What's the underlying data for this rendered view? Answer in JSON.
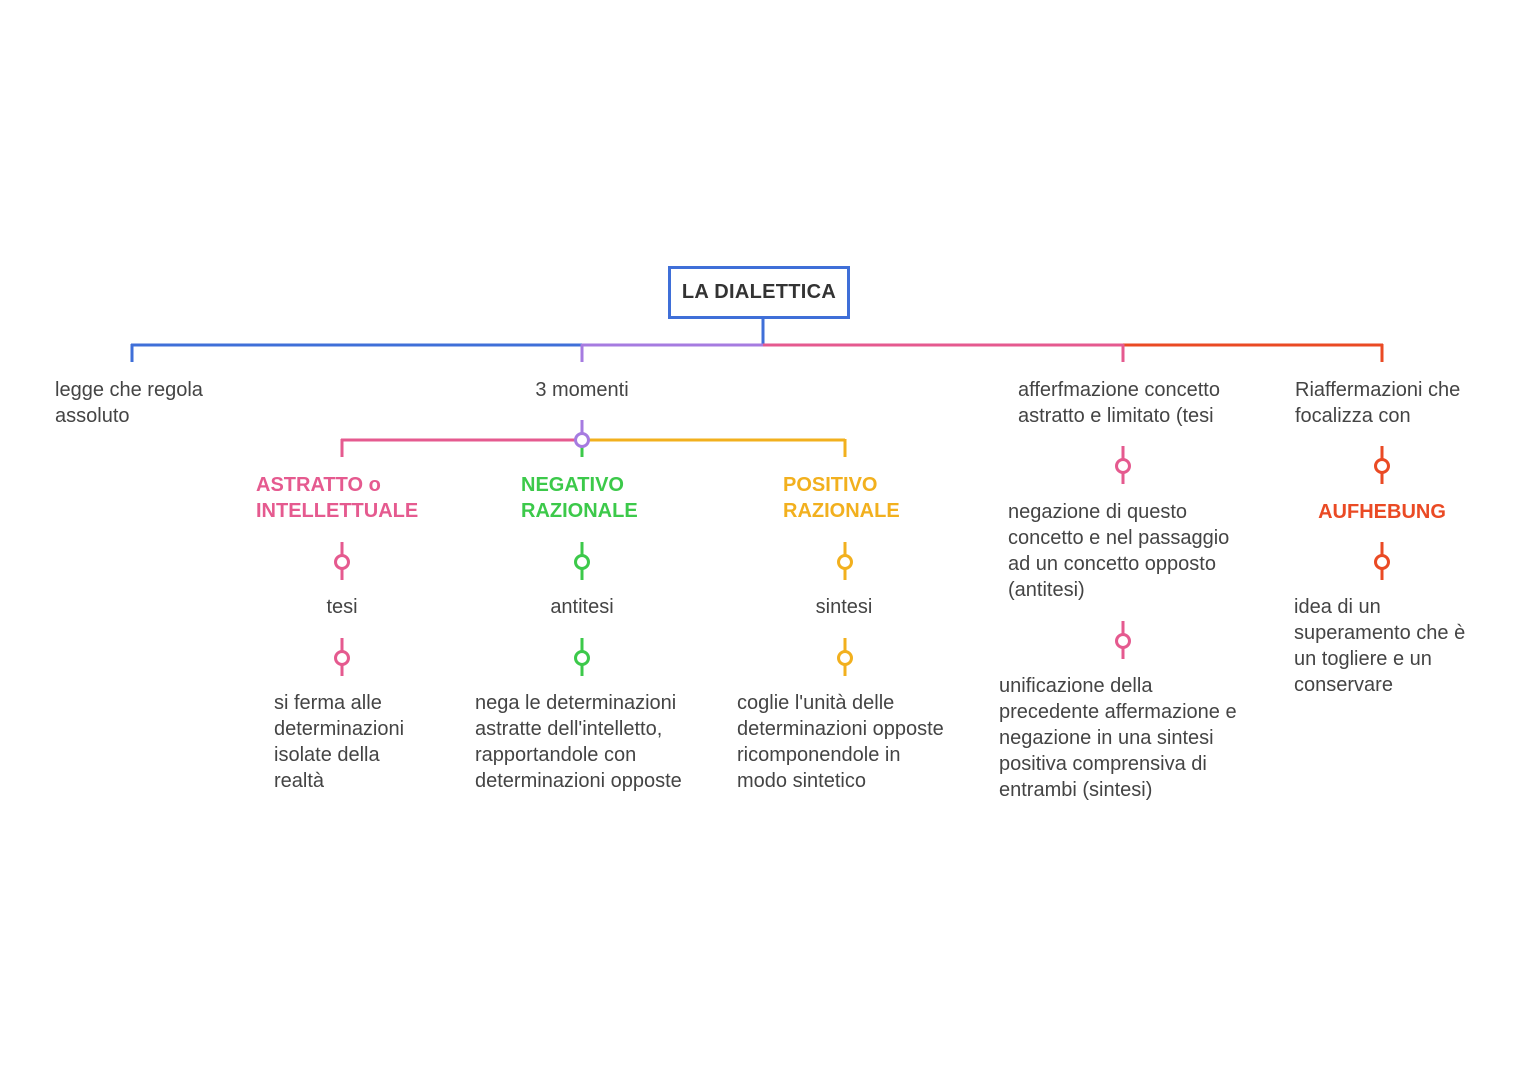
{
  "colors": {
    "blue": "#3f6fd8",
    "purple": "#a67be0",
    "pink": "#e55a8f",
    "green": "#3cc94a",
    "yellow": "#f2b01e",
    "orange": "#ea4a24"
  },
  "root": {
    "title": "LA DIALETTICA"
  },
  "branches": {
    "legge": {
      "text": "legge che regola\nassoluto"
    },
    "momenti": {
      "text": "3 momenti"
    },
    "affermazione": {
      "text": "afferfmazione concetto\nastratto e limitato (tesi"
    },
    "riaffermazioni": {
      "text": "Riaffermazioni che\nfocalizza con"
    }
  },
  "moments": {
    "astratto": {
      "title": "ASTRATTO o\nINTELLETTUALE",
      "term": "tesi",
      "desc": "si ferma alle\ndeterminazioni\nisolate della\nrealtà"
    },
    "negativo": {
      "title": "NEGATIVO\nRAZIONALE",
      "term": "antitesi",
      "desc": "nega le determinazioni\nastratte dell'intelletto,\nrapportandole con\ndeterminazioni opposte"
    },
    "positivo": {
      "title": "POSITIVO\nRAZIONALE",
      "term": "sintesi",
      "desc": "coglie l'unità delle\ndeterminazioni opposte\nricomponendole in\nmodo sintetico"
    }
  },
  "chain": {
    "negazione": "negazione di questo\nconcetto e nel passaggio\nad un concetto opposto\n(antitesi)",
    "unificazione": "unificazione della\nprecedente affermazione e\nnegazione in una sintesi\npositiva comprensiva di\nentrambi (sintesi)"
  },
  "aufhebung": {
    "title": "AUFHEBUNG",
    "desc": "idea di un\nsuperamento che è\nun togliere e un\nconservare"
  }
}
